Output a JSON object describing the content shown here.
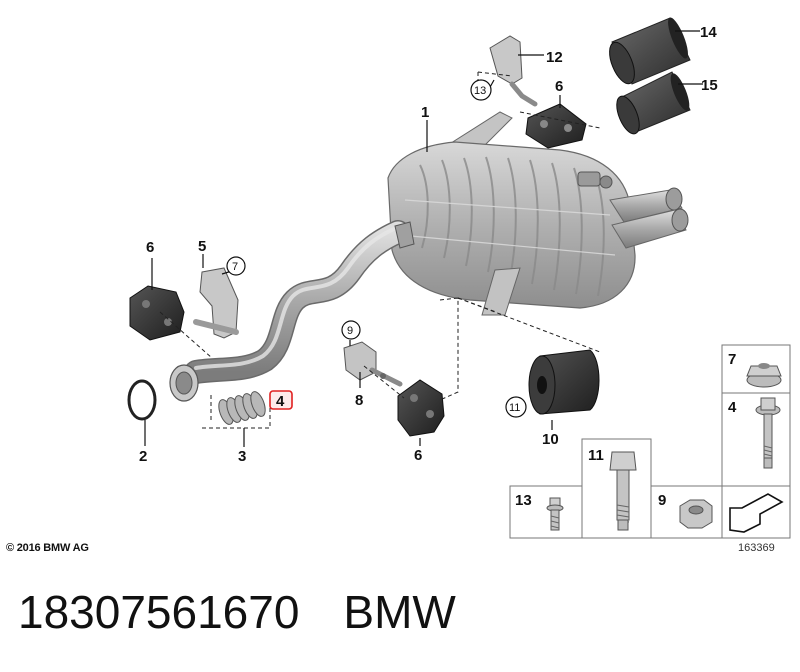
{
  "diagram": {
    "callouts": {
      "muffler": "1",
      "gasket_ring": "2",
      "spring": "3",
      "bolt_highlighted": "4",
      "bracket_left": "5",
      "hanger_left": "6",
      "hanger_top": "6",
      "hanger_mid": "6",
      "ref_circle_left": "7",
      "support_mid": "8",
      "ref_circle_mid": "9",
      "rubber_mount": "10",
      "ref_circle_mount": "11",
      "bracket_top": "12",
      "ref_circle_top": "13",
      "tailpipe_upper": "14",
      "tailpipe_lower": "15"
    },
    "parts_table": {
      "cells": [
        {
          "id": "cell-7",
          "label": "7"
        },
        {
          "id": "cell-4",
          "label": "4"
        },
        {
          "id": "cell-11",
          "label": "11"
        },
        {
          "id": "cell-13",
          "label": "13"
        },
        {
          "id": "cell-9",
          "label": "9"
        }
      ]
    },
    "highlight_color": "#e02020",
    "part_fill": "#b8b8b8",
    "rubber_fill": "#2e2e2e"
  },
  "copyright": "© 2016 BMW AG",
  "figure_id": "163369",
  "footer": {
    "part_number": "18307561670",
    "brand": "BMW"
  }
}
